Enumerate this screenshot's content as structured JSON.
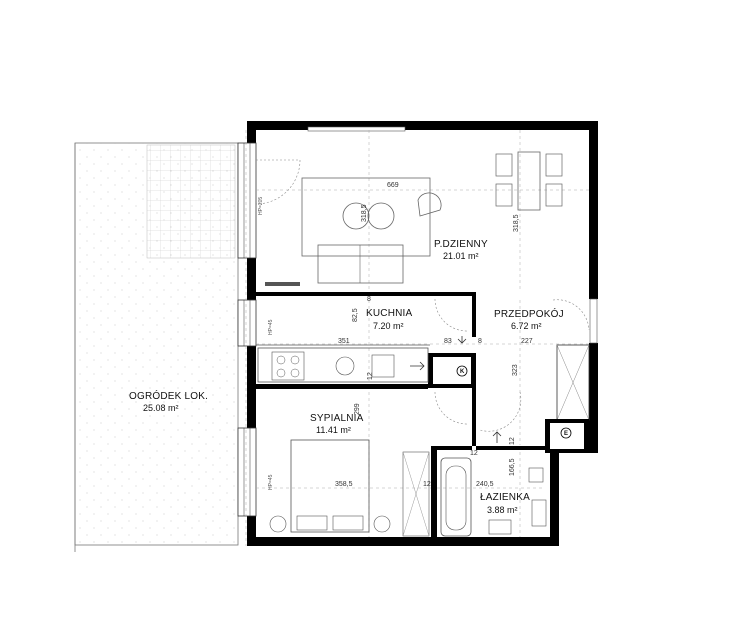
{
  "rooms": {
    "ogrodek": {
      "name": "OGRÓDEK LOK.",
      "area": "25.08 m²"
    },
    "dzienny": {
      "name": "P.DZIENNY",
      "area": "21.01 m²"
    },
    "kuchnia": {
      "name": "KUCHNIA",
      "area": "7.20 m²"
    },
    "przedpokoj": {
      "name": "PRZEDPOKÓJ",
      "area": "6.72 m²"
    },
    "sypialnia": {
      "name": "SYPIALNIA",
      "area": "11.41 m²"
    },
    "lazienka": {
      "name": "ŁAZIENKA",
      "area": "3.88 m²"
    }
  },
  "dimensions": {
    "living_width": "669",
    "living_depth": "318,5",
    "hall_depth_top": "318,5",
    "kitchen_depth": "82,5",
    "kitchen_width": "351",
    "wall_a": "8",
    "wall_b": "83",
    "wall_c": "8",
    "hall_width": "227",
    "hall_length": "323",
    "kitchen_small": "12",
    "bedroom_depth": "299",
    "bedroom_width": "358,5",
    "bath_wall": "12",
    "bath_width": "240,5",
    "bath_depth": "166,5",
    "bath_gap": "12",
    "hall_gap": "12"
  },
  "window_labels": {
    "living": "HP=205",
    "kitchen": "HP=45",
    "bedroom": "HP=45"
  },
  "symbols": {
    "kitchen_shaft": "K",
    "hall_shaft": "E"
  },
  "icons": [
    "door-swing-icon",
    "sofa-icon",
    "dining-table-icon",
    "bed-icon",
    "bathtub-icon",
    "toilet-icon",
    "sink-icon",
    "stove-icon",
    "wardrobe-icon",
    "arrow-icon"
  ]
}
